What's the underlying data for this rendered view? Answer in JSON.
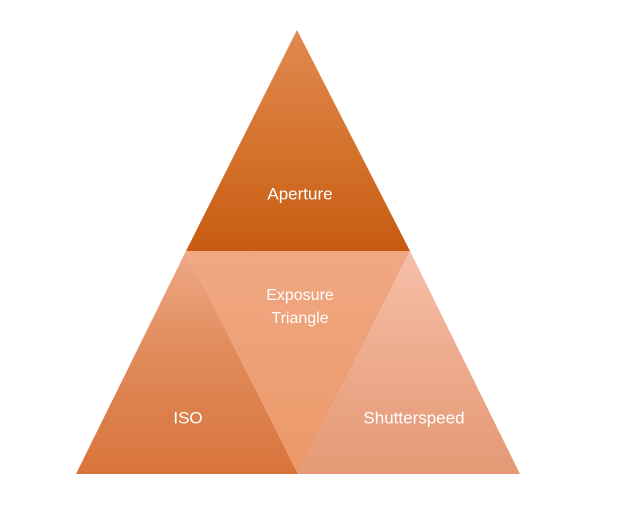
{
  "diagram": {
    "type": "exposure-triangle",
    "title": "Exposure Triangle",
    "background_color": "#FFFFFF",
    "segments": [
      {
        "id": "aperture",
        "label": "Aperture",
        "position": "top",
        "text_color": "#FFFFFF",
        "fill_top": "#E08A51",
        "fill_bottom": "#C75B11"
      },
      {
        "id": "iso",
        "label": "ISO",
        "position": "bottom-left",
        "text_color": "#FFFFFF",
        "fill_top": "#EFA987",
        "fill_bottom": "#D9743C"
      },
      {
        "id": "shutterspeed",
        "label": "Shutterspeed",
        "position": "bottom-right",
        "text_color": "#FFFFFF",
        "fill_top": "#F5C0A9",
        "fill_bottom": "#E49974"
      },
      {
        "id": "center",
        "label_line1": "Exposure",
        "label_line2": "Triangle",
        "position": "center",
        "text_color": "#FFFFFF",
        "fill_top": "#F0A883",
        "fill_bottom": "#EC9A6B"
      }
    ]
  }
}
